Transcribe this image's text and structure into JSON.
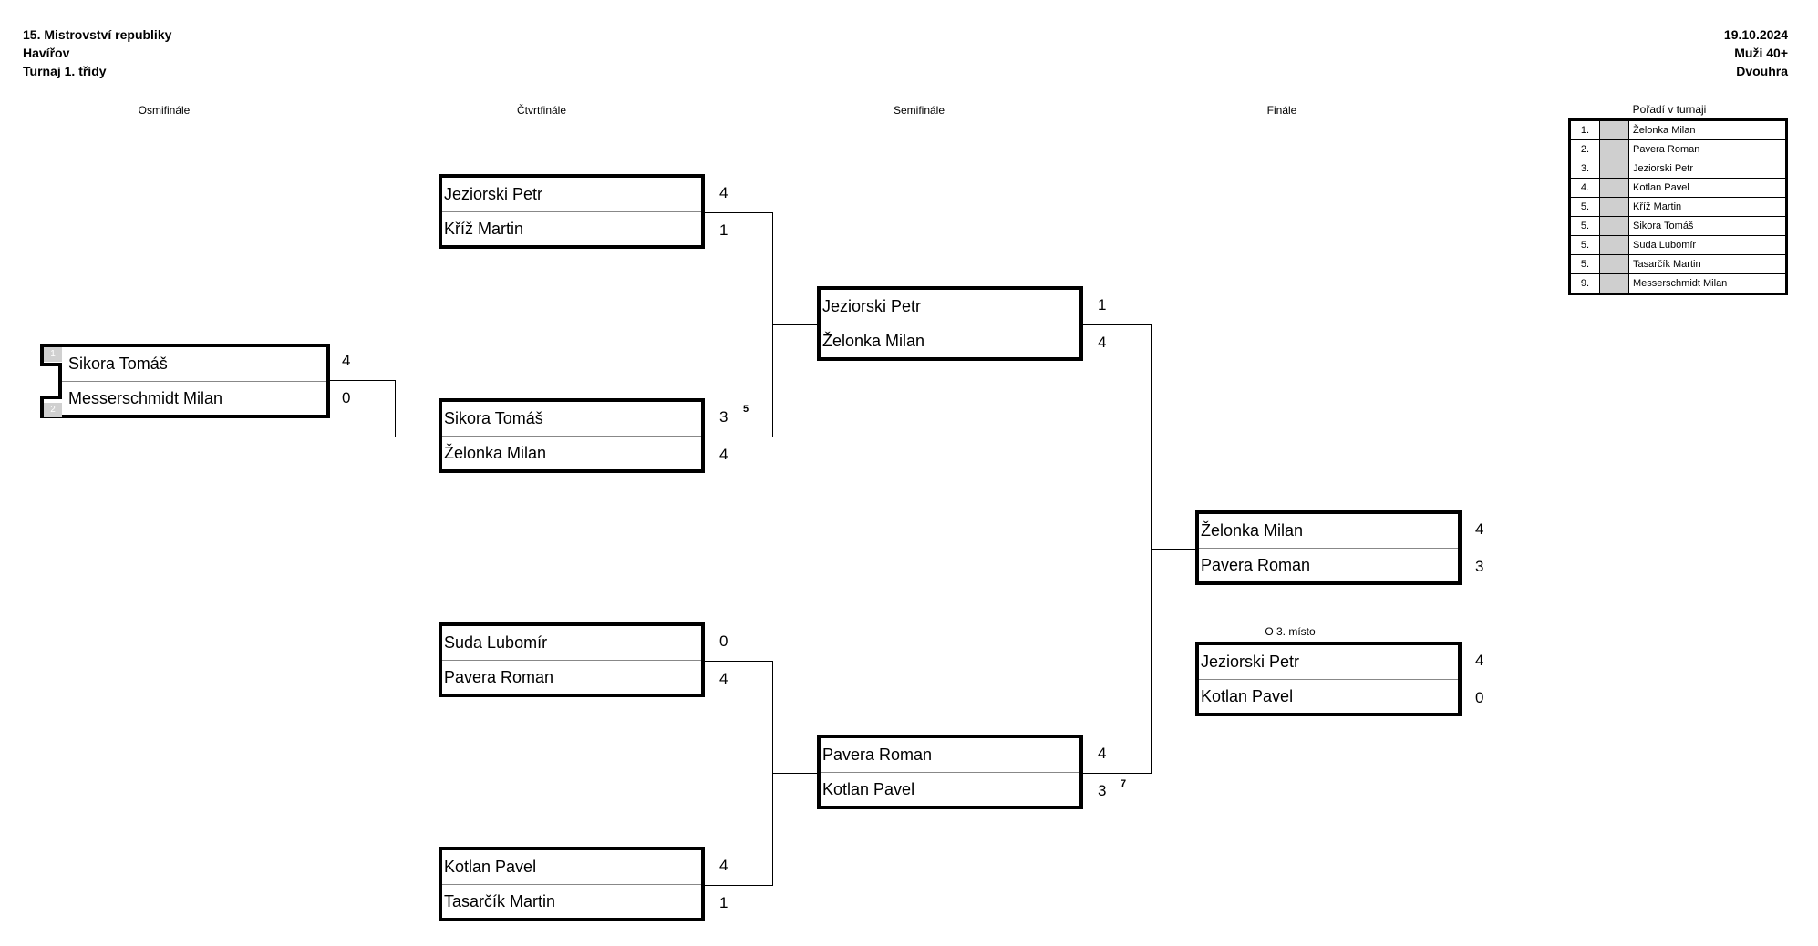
{
  "header": {
    "left": [
      "15. Mistrovství republiky",
      "Havířov",
      "Turnaj 1. třídy"
    ],
    "right": [
      "19.10.2024",
      "Muži 40+",
      "Dvouhra"
    ]
  },
  "rounds": [
    "Osmifinále",
    "Čtvrtfinále",
    "Semifinále",
    "Finále"
  ],
  "seeds": [
    "1",
    "2"
  ],
  "matches": {
    "r16_1": {
      "p1": "Sikora Tomáš",
      "s1": "4",
      "p2": "Messerschmidt Milan",
      "s2": "0"
    },
    "qf1": {
      "p1": "Jeziorski Petr",
      "s1": "4",
      "p2": "Kříž Martin",
      "s2": "1"
    },
    "qf2": {
      "p1": "Sikora Tomáš",
      "s1": "3",
      "p2": "Želonka Milan",
      "s2": "4",
      "note": "5"
    },
    "qf3": {
      "p1": "Suda Lubomír",
      "s1": "0",
      "p2": "Pavera Roman",
      "s2": "4"
    },
    "qf4": {
      "p1": "Kotlan Pavel",
      "s1": "4",
      "p2": "Tasarčík Martin",
      "s2": "1"
    },
    "sf1": {
      "p1": "Jeziorski Petr",
      "s1": "1",
      "p2": "Želonka Milan",
      "s2": "4"
    },
    "sf2": {
      "p1": "Pavera Roman",
      "s1": "4",
      "p2": "Kotlan Pavel",
      "s2": "3",
      "note": "7"
    },
    "final": {
      "p1": "Želonka Milan",
      "s1": "4",
      "p2": "Pavera Roman",
      "s2": "3"
    },
    "third": {
      "label": "O 3. místo",
      "p1": "Jeziorski Petr",
      "s1": "4",
      "p2": "Kotlan Pavel",
      "s2": "0"
    }
  },
  "ranking": {
    "title": "Pořadí v turnaji",
    "rows": [
      {
        "pos": "1.",
        "name": "Želonka Milan"
      },
      {
        "pos": "2.",
        "name": "Pavera Roman"
      },
      {
        "pos": "3.",
        "name": "Jeziorski Petr"
      },
      {
        "pos": "4.",
        "name": "Kotlan Pavel"
      },
      {
        "pos": "5.",
        "name": "Kříž Martin"
      },
      {
        "pos": "5.",
        "name": "Sikora Tomáš"
      },
      {
        "pos": "5.",
        "name": "Suda Lubomír"
      },
      {
        "pos": "5.",
        "name": "Tasarčík Martin"
      },
      {
        "pos": "9.",
        "name": "Messerschmidt Milan"
      }
    ]
  }
}
